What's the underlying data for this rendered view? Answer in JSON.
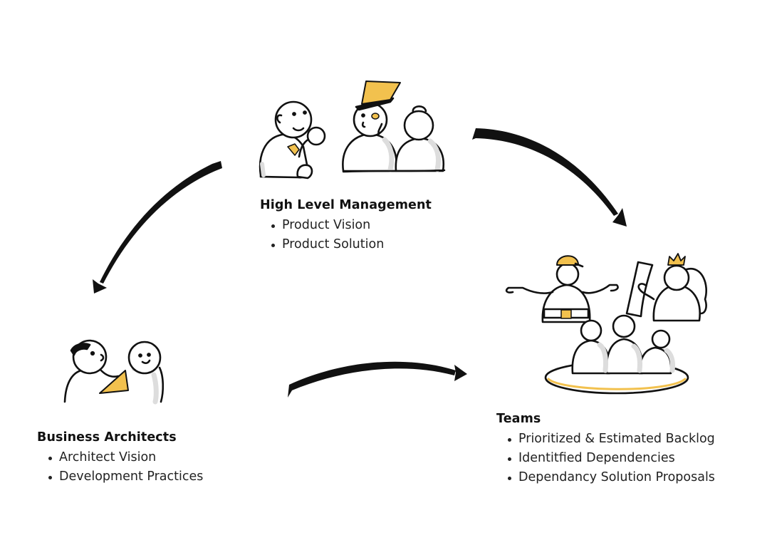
{
  "diagram": {
    "accent_color": "#F2C14E",
    "line_color": "#111111",
    "shadow_color": "#E2E2E2",
    "nodes": [
      {
        "id": "high-level-management",
        "title": "High Level Management",
        "bullets": [
          "Product Vision",
          "Product Solution"
        ],
        "illustration": "managers-group-icon"
      },
      {
        "id": "business-architects",
        "title": "Business Architects",
        "bullets": [
          "Architect Vision",
          "Development Practices"
        ],
        "illustration": "architects-discussing-icon"
      },
      {
        "id": "teams",
        "title": "Teams",
        "bullets": [
          "Prioritized & Estimated Backlog",
          "Identitfied Dependencies",
          "Dependancy Solution Proposals"
        ],
        "illustration": "teams-on-platform-icon"
      }
    ],
    "edges": [
      {
        "from": "high-level-management",
        "to": "business-architects"
      },
      {
        "from": "high-level-management",
        "to": "teams"
      },
      {
        "from": "business-architects",
        "to": "teams"
      }
    ]
  }
}
